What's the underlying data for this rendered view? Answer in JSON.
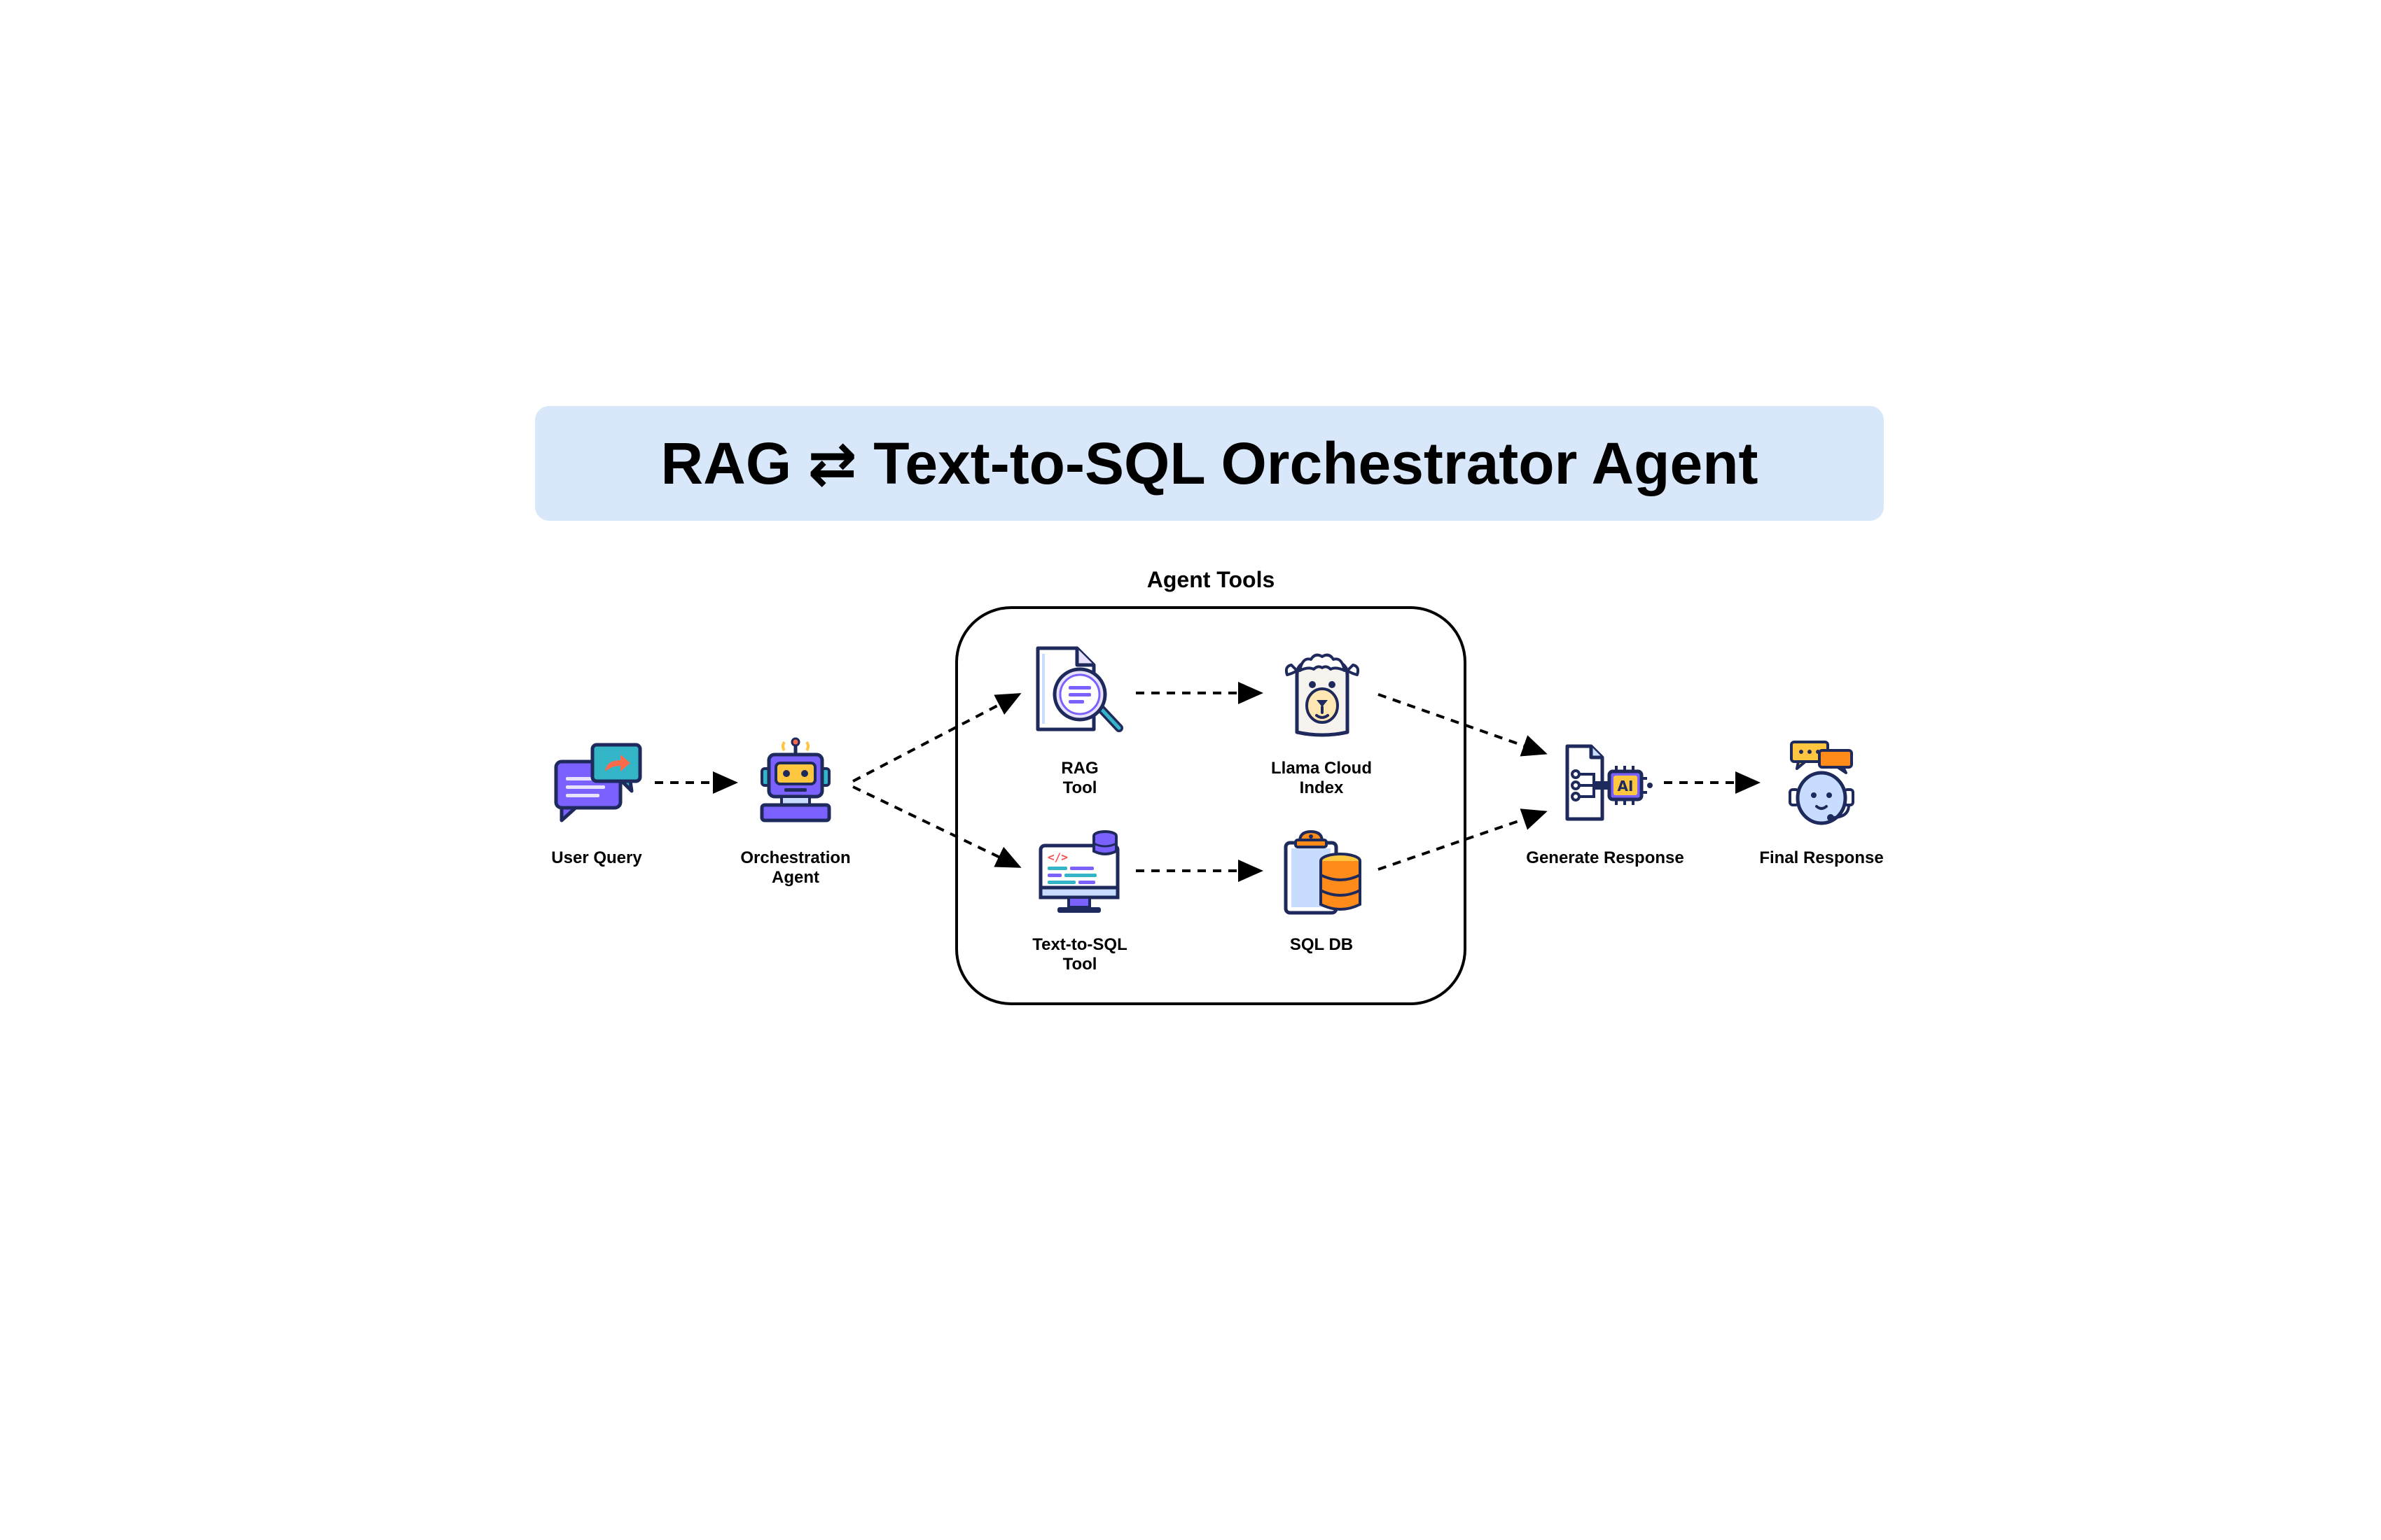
{
  "title": "RAG ⇄ Text-to-SQL Orchestrator Agent",
  "group": {
    "label": "Agent Tools"
  },
  "nodes": {
    "user_query": {
      "label": "User Query",
      "icon": "chat-bubbles-icon"
    },
    "orchestration_agent": {
      "line1": "Orchestration",
      "line2": "Agent",
      "icon": "robot-icon"
    },
    "rag_tool": {
      "line1": "RAG",
      "line2": "Tool",
      "icon": "document-search-icon"
    },
    "llama_cloud_index": {
      "line1": "Llama Cloud",
      "line2": "Index",
      "icon": "llama-icon"
    },
    "text_to_sql_tool": {
      "line1": "Text-to-SQL",
      "line2": "Tool",
      "icon": "code-monitor-icon"
    },
    "sql_db": {
      "label": "SQL DB",
      "icon": "database-icon"
    },
    "generate_response": {
      "label": "Generate Response",
      "icon": "ai-chip-document-icon"
    },
    "final_response": {
      "label": "Final Response",
      "icon": "support-assistant-icon"
    }
  },
  "colors": {
    "banner": "#d9e7fa",
    "outline": "#1f2a5c",
    "purple": "#7b61ff",
    "teal": "#33b5c7",
    "orange": "#ff8c1a",
    "yellow": "#ffc640",
    "light_blue": "#c8dcff"
  }
}
